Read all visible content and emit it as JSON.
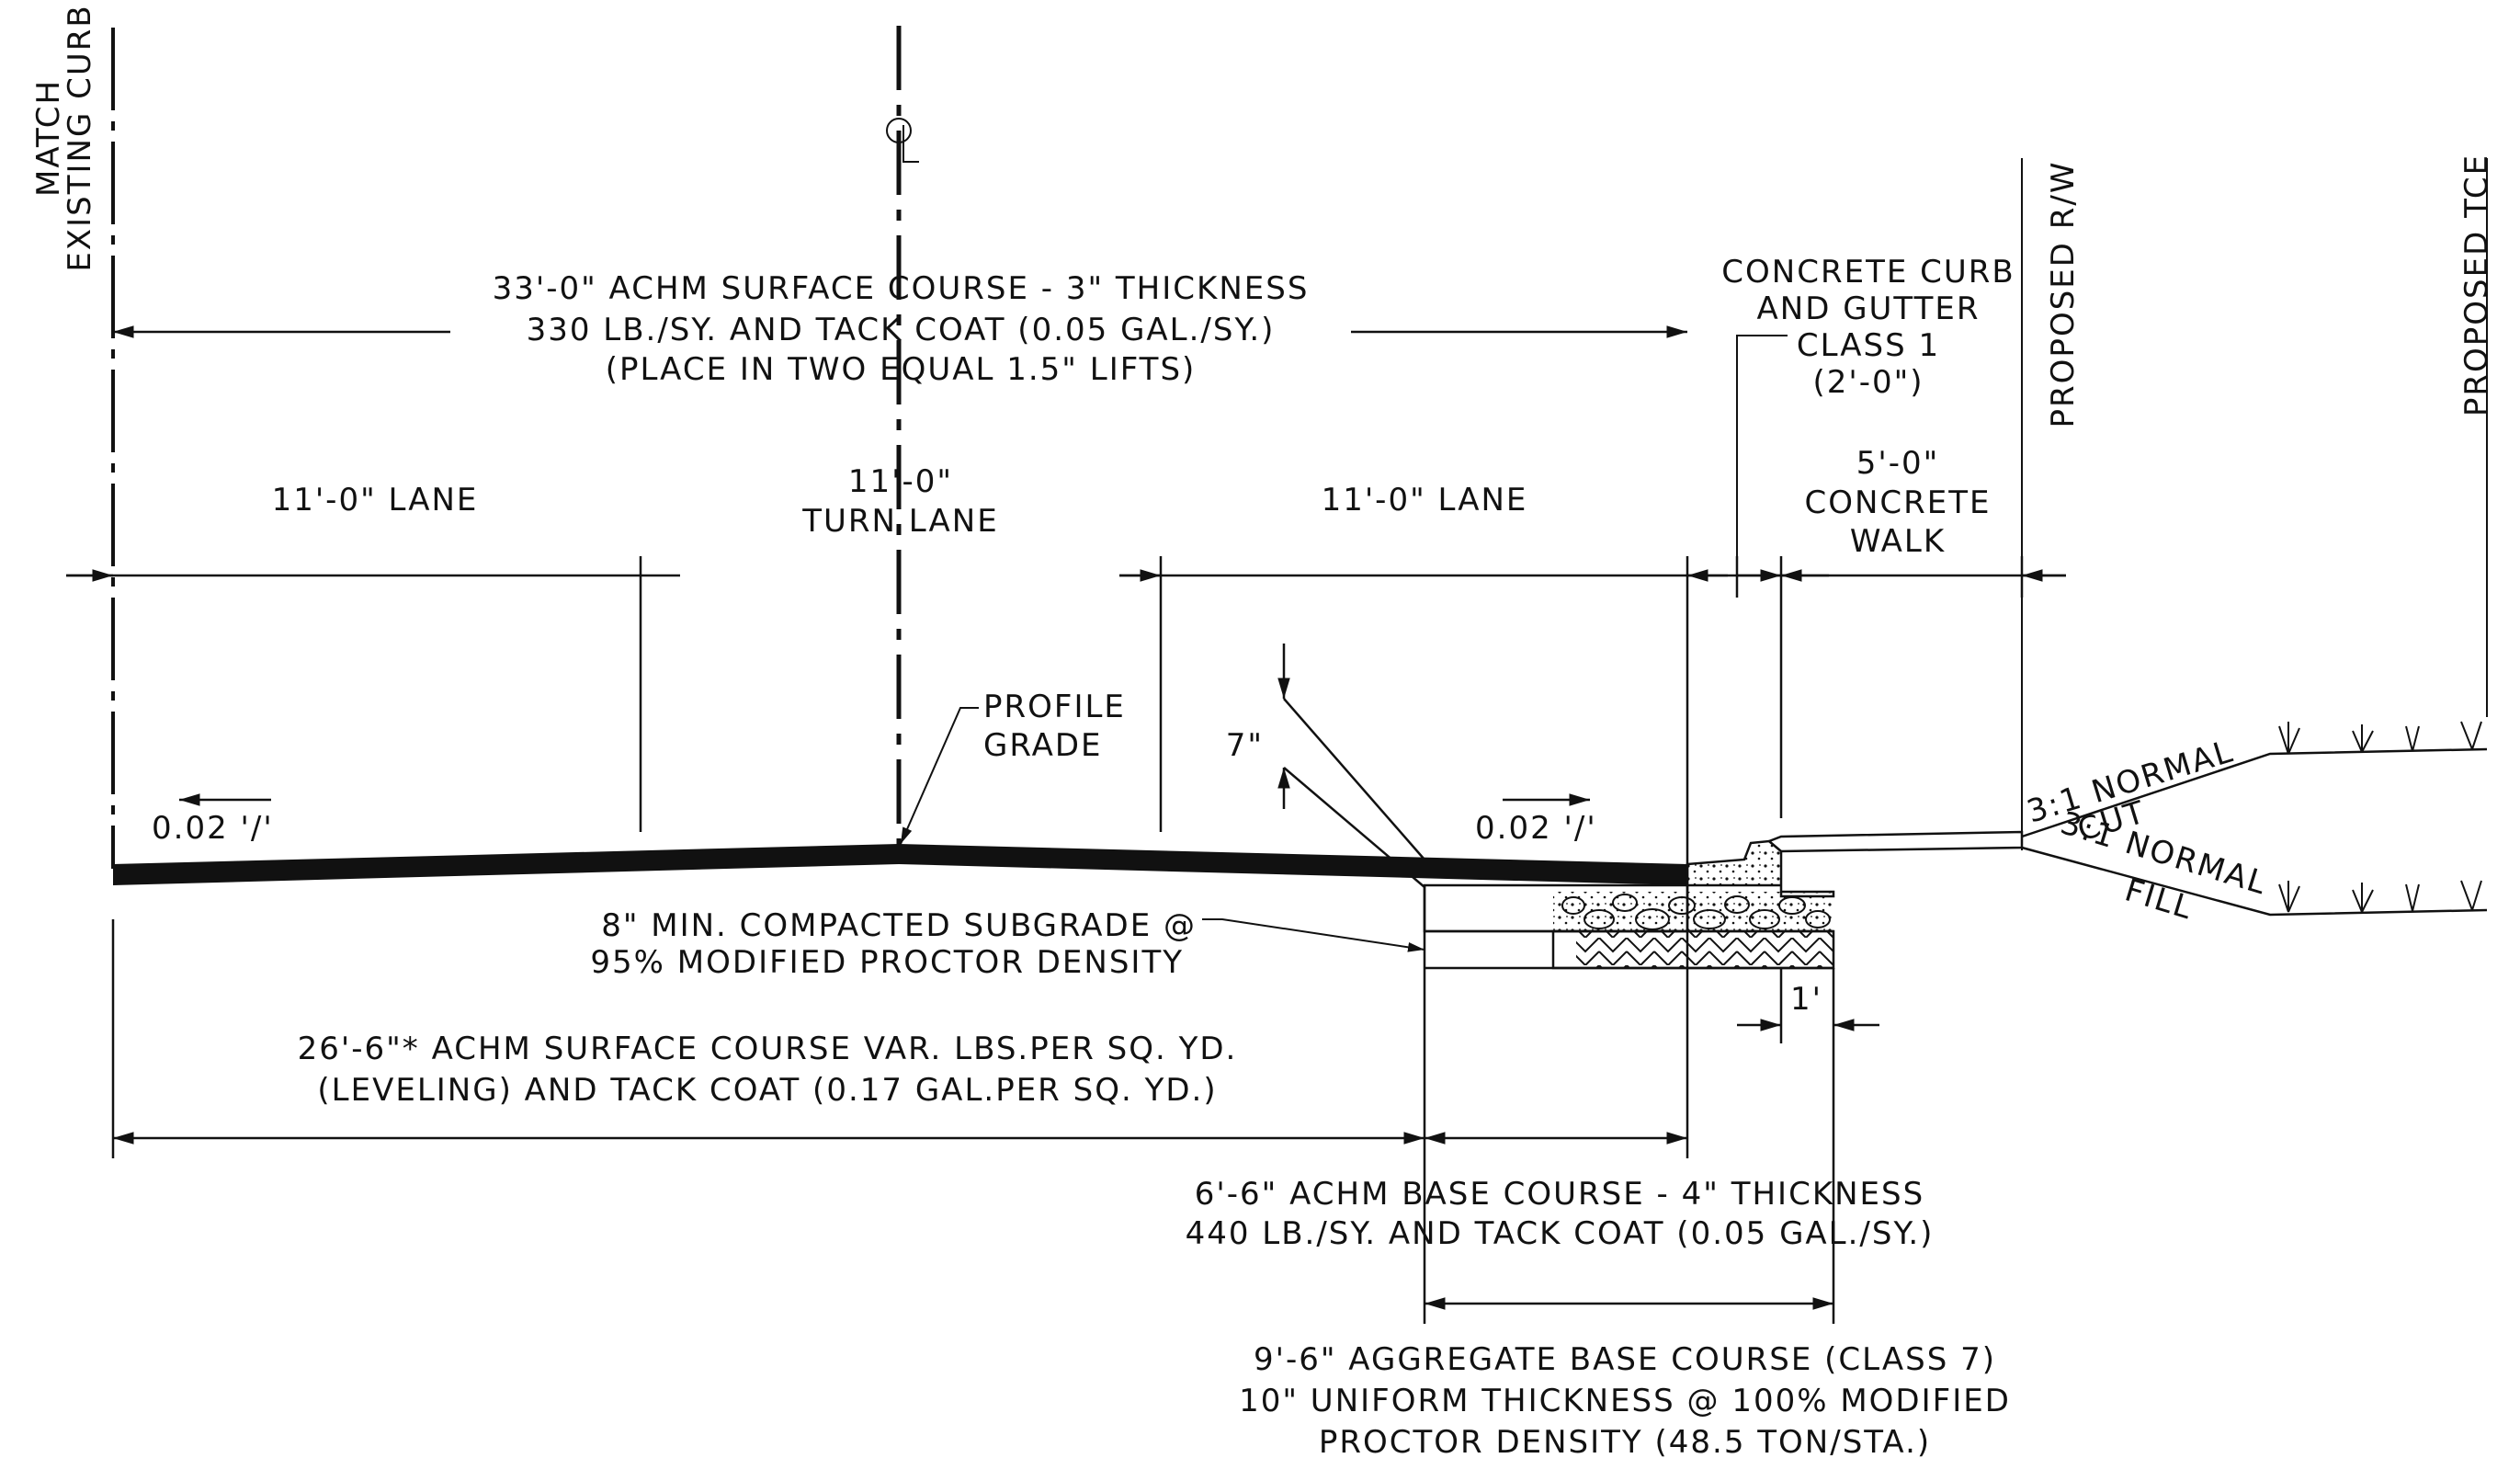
{
  "labels": {
    "match_curb": [
      "MATCH",
      "EXISTING CURB"
    ],
    "centerline": "CL",
    "proposed_rw": "PROPOSED R/W",
    "proposed_tce": "PROPOSED TCE",
    "surface_course": [
      "33'-0\" ACHM SURFACE COURSE - 3\" THICKNESS",
      "330 LB./SY. AND TACK COAT (0.05 GAL./SY.)",
      "(PLACE IN TWO EQUAL 1.5\" LIFTS)"
    ],
    "curb_gutter": [
      "CONCRETE CURB",
      "AND GUTTER",
      "CLASS 1",
      "(2'-0\")"
    ],
    "lane_left": "11'-0\" LANE",
    "turn_lane": [
      "11'-0\"",
      "TURN LANE"
    ],
    "lane_right": "11'-0\" LANE",
    "walk": [
      "5'-0\"",
      "CONCRETE",
      "WALK"
    ],
    "profile_grade": [
      "PROFILE",
      "GRADE"
    ],
    "depth_7": "7\"",
    "slope_left": "0.02 '/'",
    "slope_right": "0.02 '/'",
    "cut_slope": [
      "3:1 NORMAL",
      "CUT"
    ],
    "fill_slope": [
      "3:1 NORMAL",
      "FILL"
    ],
    "subgrade": [
      "8\" MIN. COMPACTED SUBGRADE @",
      "95% MODIFIED PROCTOR DENSITY"
    ],
    "one_foot": "1'",
    "leveling": [
      "26'-6\"* ACHM SURFACE COURSE VAR. LBS.PER SQ. YD.",
      "(LEVELING) AND TACK COAT (0.17 GAL.PER SQ. YD.)"
    ],
    "base_course": [
      "6'-6\" ACHM BASE COURSE - 4\" THICKNESS",
      "440 LB./SY. AND TACK COAT (0.05 GAL./SY.)"
    ],
    "aggregate": [
      "9'-6\" AGGREGATE BASE COURSE (CLASS 7)",
      "10\" UNIFORM THICKNESS @ 100% MODIFIED",
      "PROCTOR DENSITY (48.5 TON/STA.)"
    ]
  }
}
